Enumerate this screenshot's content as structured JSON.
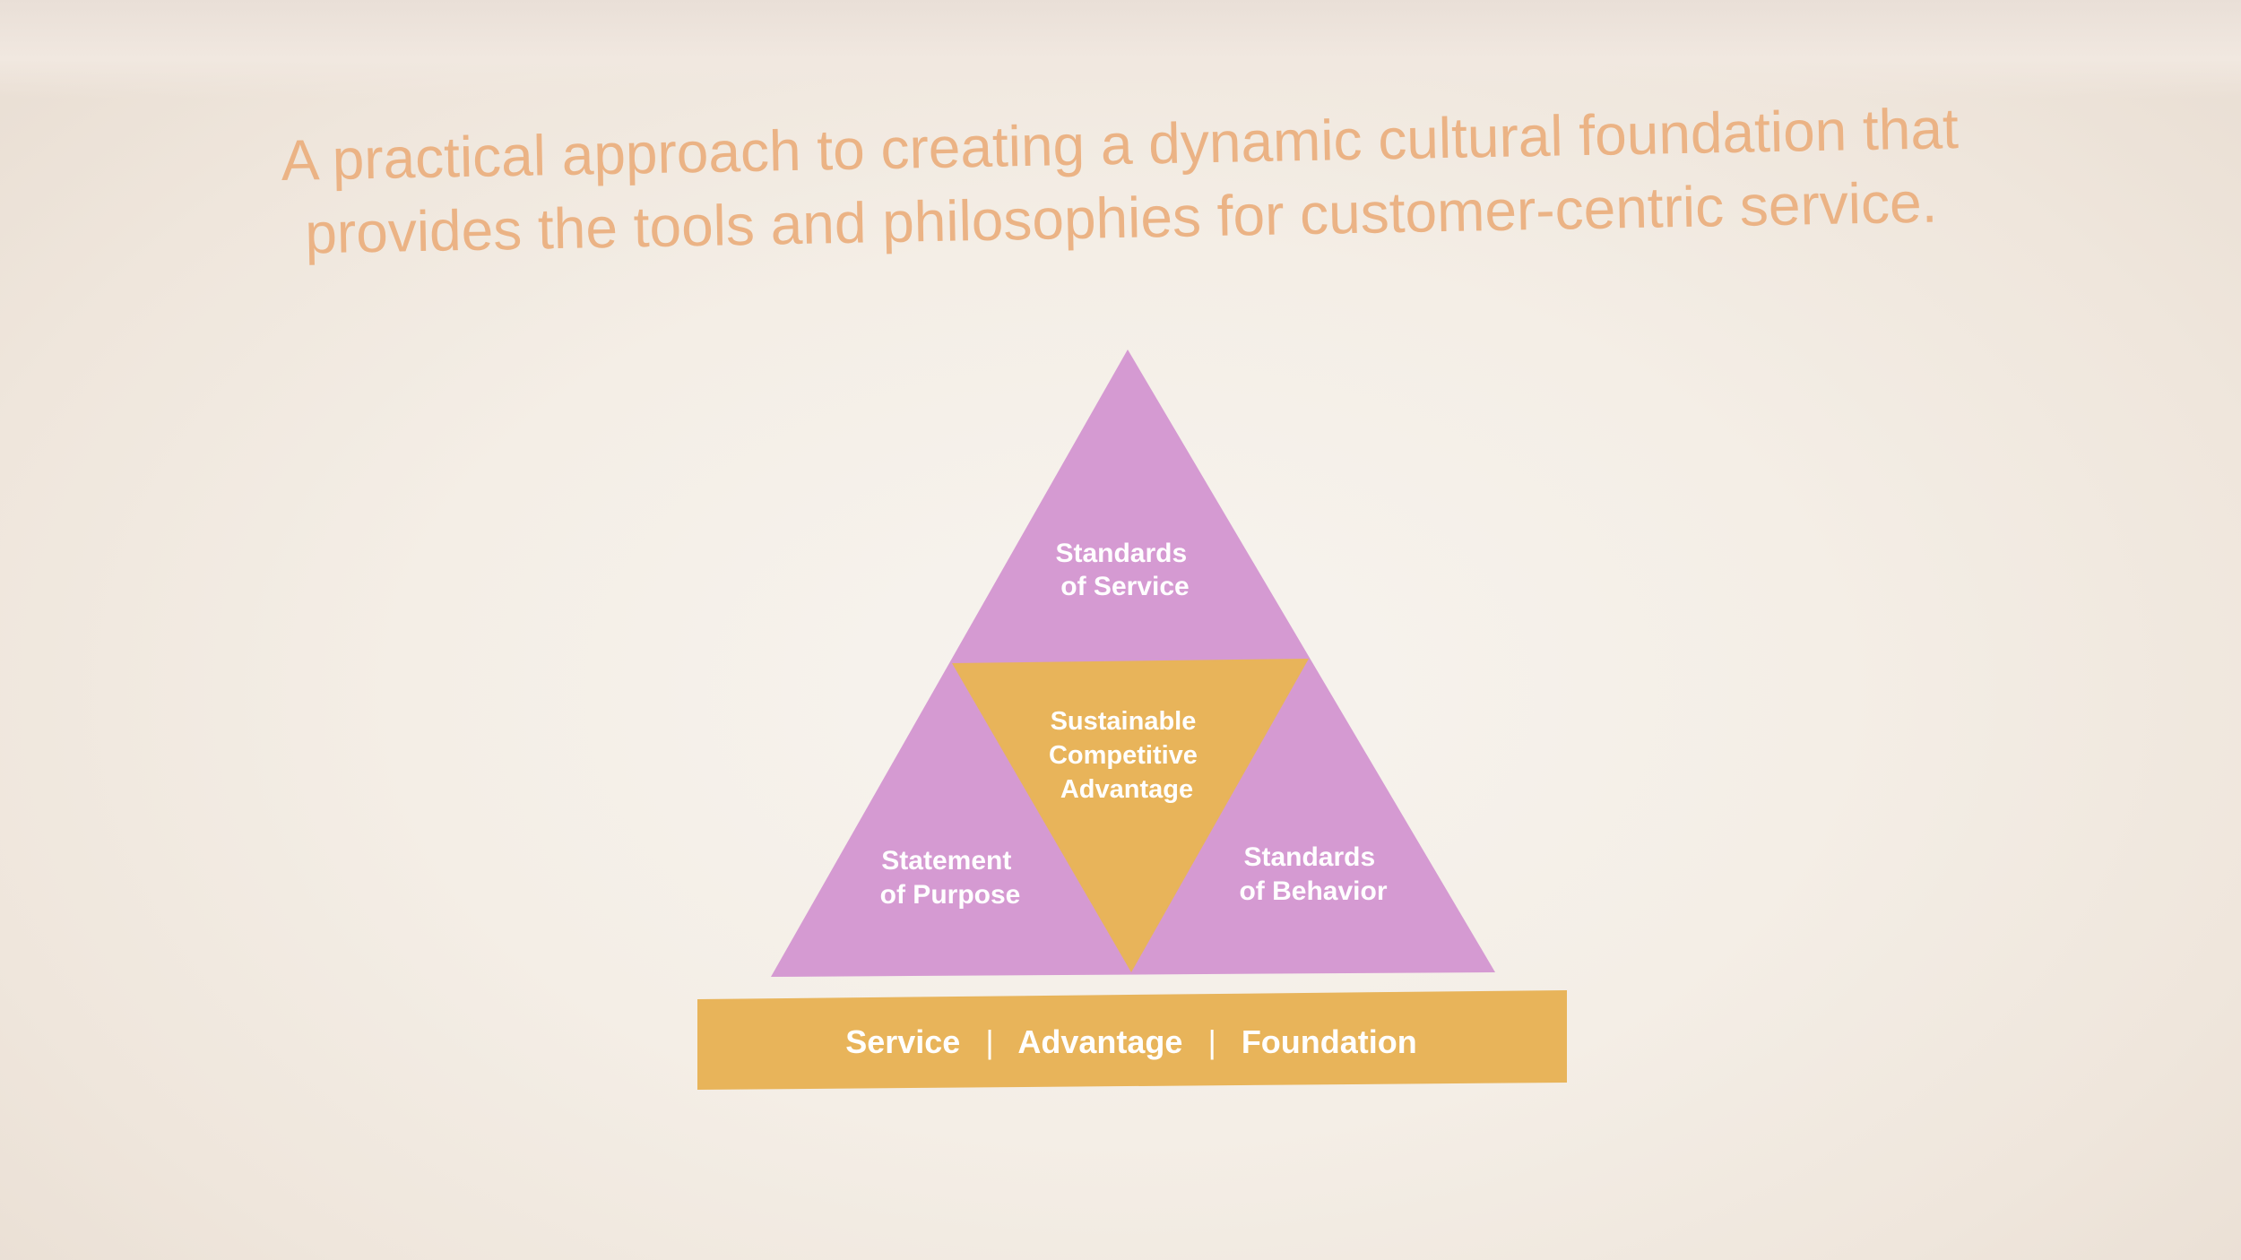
{
  "headline": {
    "line1": "A practical approach to creating a dynamic cultural foundation that",
    "line2": "provides the tools and philosophies for customer-centric service."
  },
  "pyramid": {
    "top": {
      "line1": "Standards",
      "line2": "of Service"
    },
    "center": {
      "line1": "Sustainable",
      "line2": "Competitive",
      "line3": "Advantage"
    },
    "left": {
      "line1": "Statement",
      "line2": "of Purpose"
    },
    "right": {
      "line1": "Standards",
      "line2": "of Behavior"
    }
  },
  "base_bar": {
    "item1": "Service",
    "sep1": "|",
    "item2": "Advantage",
    "sep2": "|",
    "item3": "Foundation"
  },
  "colors": {
    "pink": "#d59ad2",
    "gold": "#e8b45a",
    "headline": "#ebb385"
  }
}
